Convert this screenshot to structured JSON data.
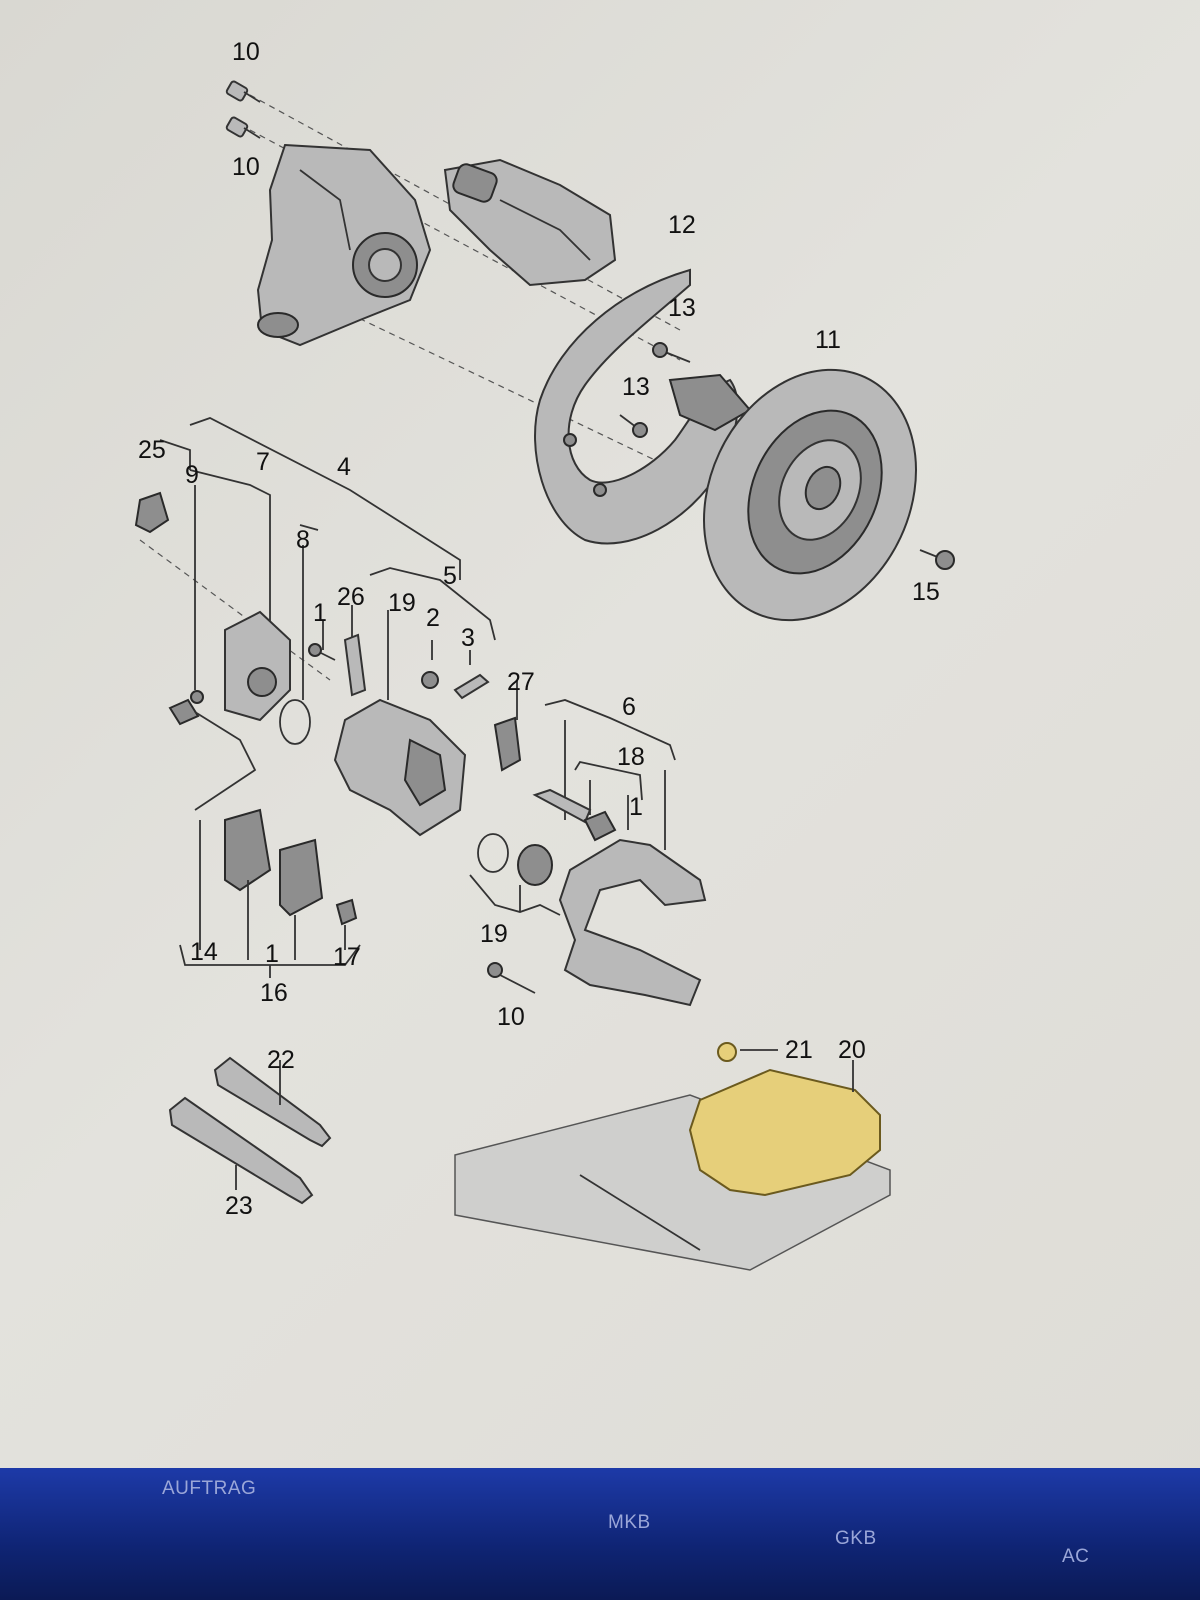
{
  "diagram": {
    "callouts": [
      {
        "id": "c10a",
        "text": "10"
      },
      {
        "id": "c10b",
        "text": "10"
      },
      {
        "id": "c12",
        "text": "12"
      },
      {
        "id": "c13a",
        "text": "13"
      },
      {
        "id": "c13b",
        "text": "13"
      },
      {
        "id": "c11",
        "text": "11"
      },
      {
        "id": "c25",
        "text": "25"
      },
      {
        "id": "c9",
        "text": "9"
      },
      {
        "id": "c7",
        "text": "7"
      },
      {
        "id": "c4",
        "text": "4"
      },
      {
        "id": "c8",
        "text": "8"
      },
      {
        "id": "c15",
        "text": "15"
      },
      {
        "id": "c5",
        "text": "5"
      },
      {
        "id": "c1a",
        "text": "1"
      },
      {
        "id": "c26",
        "text": "26"
      },
      {
        "id": "c19a",
        "text": "19"
      },
      {
        "id": "c2",
        "text": "2"
      },
      {
        "id": "c3",
        "text": "3"
      },
      {
        "id": "c27",
        "text": "27"
      },
      {
        "id": "c6",
        "text": "6"
      },
      {
        "id": "c18",
        "text": "18"
      },
      {
        "id": "c1b",
        "text": "1"
      },
      {
        "id": "c19b",
        "text": "19"
      },
      {
        "id": "c14",
        "text": "14"
      },
      {
        "id": "c1c",
        "text": "1"
      },
      {
        "id": "c17",
        "text": "17"
      },
      {
        "id": "c16",
        "text": "16"
      },
      {
        "id": "c10c",
        "text": "10"
      },
      {
        "id": "c21",
        "text": "21"
      },
      {
        "id": "c20",
        "text": "20"
      },
      {
        "id": "c22",
        "text": "22"
      },
      {
        "id": "c23",
        "text": "23"
      }
    ]
  },
  "bottom_bar": {
    "auftrag": "AUFTRAG",
    "mkb": "MKB",
    "gkb": "GKB",
    "ac": "AC"
  },
  "colors": {
    "screen_bg": "#e0dfda",
    "bar_bg": "#1d3aa8",
    "highlight": "#e6cf7a"
  }
}
